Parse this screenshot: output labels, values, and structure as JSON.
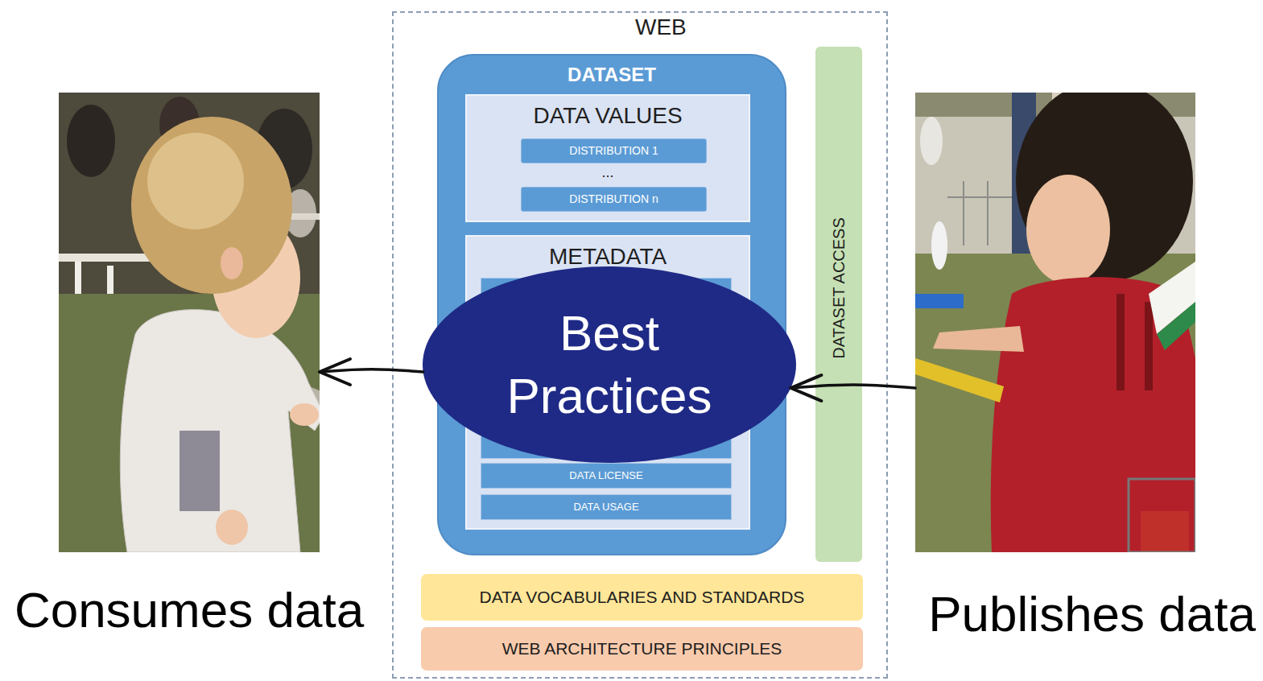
{
  "diagram": {
    "nodes": [
      {
        "text": [
          "Consumes data"
        ]
      },
      {
        "text": [
          "WEB"
        ]
      },
      {
        "text": [
          "DATASET"
        ],
        "in": 1
      },
      {
        "text": [
          "DATA VALUES"
        ],
        "in": 2
      },
      {
        "text": [
          "DISTRIBUTION 1"
        ],
        "in": 3
      },
      {
        "text": [
          "DISTRIBUTION n"
        ],
        "in": 3
      },
      {
        "text": [
          "METADATA"
        ],
        "in": 2
      },
      {
        "text": [
          "Best Practices"
        ],
        "in": 1
      },
      {
        "text": [
          "DATA LICENSE"
        ],
        "in": 6
      },
      {
        "text": [
          "DATA USAGE"
        ],
        "in": 6
      },
      {
        "text": [
          "DATASET ACCESS"
        ],
        "in": 1
      },
      {
        "text": [
          "DATA VOCABULARIES AND STANDARDS"
        ],
        "in": 1
      },
      {
        "text": [
          "WEB ARCHITECTURE PRINCIPLES"
        ],
        "in": 1
      },
      {
        "text": [
          "Publishes data"
        ]
      }
    ],
    "edges": [
      {
        "from": 7,
        "to": 0,
        "arrow": "to"
      },
      {
        "from": 13,
        "to": 7,
        "arrow": "to"
      }
    ],
    "labels": [
      "..."
    ]
  }
}
